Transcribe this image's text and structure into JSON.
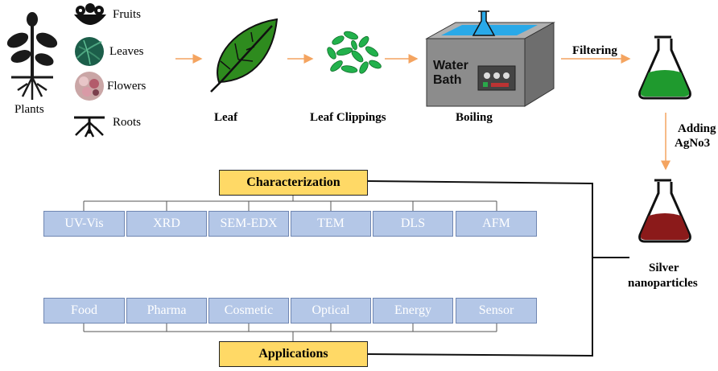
{
  "source": {
    "label": "Plants",
    "parts": [
      {
        "label": "Fruits",
        "icon": "fruit-bowl-icon"
      },
      {
        "label": "Leaves",
        "icon": "leaves-photo-icon"
      },
      {
        "label": "Flowers",
        "icon": "flowers-photo-icon"
      },
      {
        "label": "Roots",
        "icon": "roots-icon"
      }
    ]
  },
  "steps": {
    "leaf": "Leaf",
    "leaf_clippings": "Leaf Clippings",
    "boiling": "Boiling",
    "water_bath_label_1": "Water",
    "water_bath_label_2": "Bath",
    "filtering": "Filtering",
    "adding_1": "Adding",
    "adding_2": "AgNo3",
    "product_1": "Silver",
    "product_2": "nanoparticles"
  },
  "characterization": {
    "title": "Characterization",
    "techniques": [
      "UV-Vis",
      "XRD",
      "SEM-EDX",
      "TEM",
      "DLS",
      "AFM"
    ]
  },
  "applications": {
    "title": "Applications",
    "fields": [
      "Food",
      "Pharma",
      "Cosmetic",
      "Optical",
      "Energy",
      "Sensor"
    ]
  },
  "colors": {
    "arrow": "#f4a460",
    "leaf_green": "#2e8b1e",
    "clippings_green": "#22b14c",
    "extract_green": "#1f9a2e",
    "silver_solution": "#8b1a1a",
    "box_blue": "#b4c7e7",
    "box_yellow": "#ffd966",
    "bath_body": "#8c8c8c",
    "bath_water": "#29a9e8"
  }
}
